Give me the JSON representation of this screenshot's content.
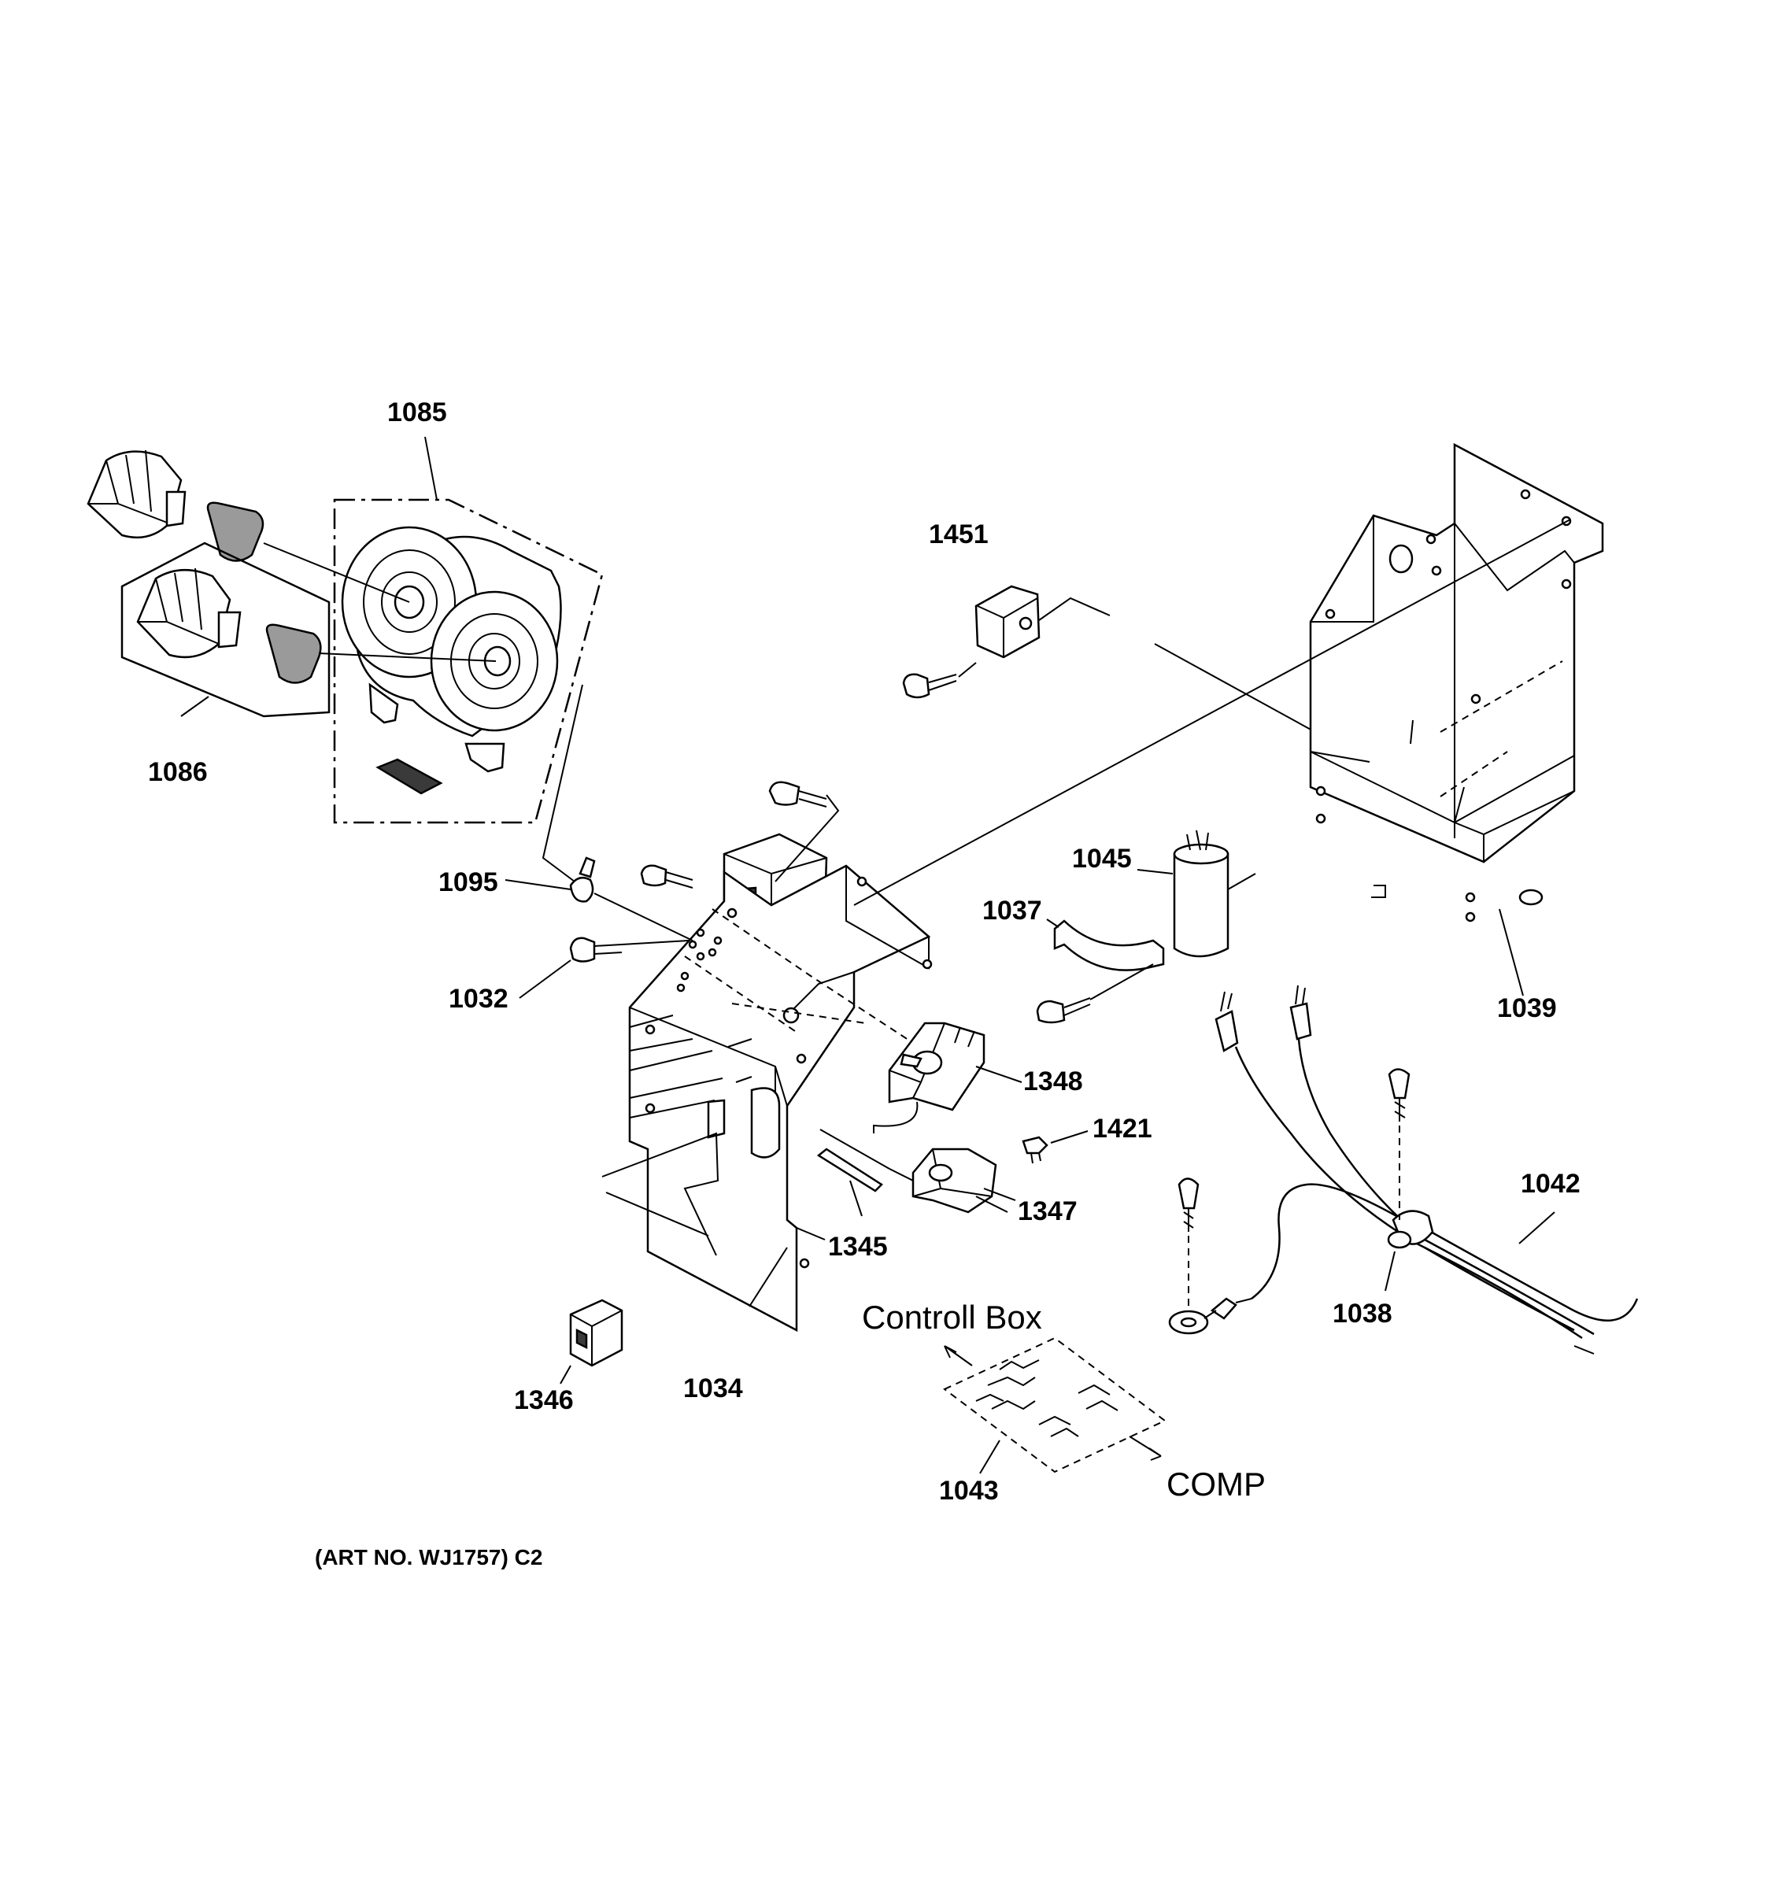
{
  "diagram": {
    "labels": {
      "p1085": "1085",
      "p1086": "1086",
      "p1451": "1451",
      "p1095": "1095",
      "p1032": "1032",
      "p1045": "1045",
      "p1037": "1037",
      "p1039": "1039",
      "p1348": "1348",
      "p1421": "1421",
      "p1347": "1347",
      "p1345": "1345",
      "p1042": "1042",
      "p1038": "1038",
      "p1346": "1346",
      "p1034": "1034",
      "p1043": "1043"
    },
    "annotations": {
      "controll_box": "Controll Box",
      "comp": "COMP",
      "art_no": "(ART NO. WJ1757) C2"
    }
  }
}
